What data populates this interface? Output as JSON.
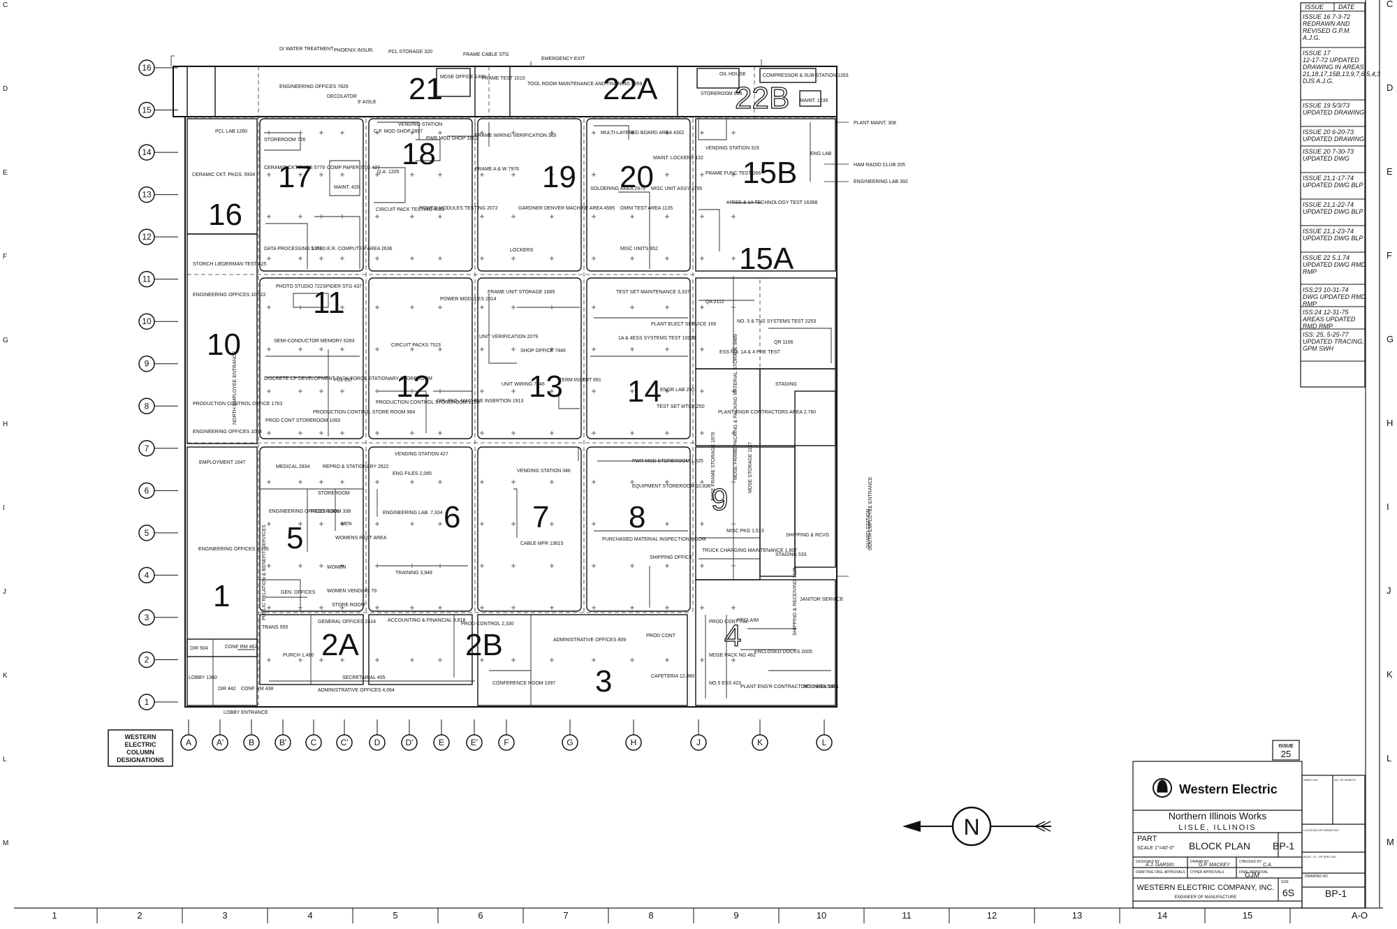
{
  "drawing": {
    "buildings": [
      {
        "id": "b21",
        "label": "21"
      },
      {
        "id": "b22a",
        "label": "22A"
      },
      {
        "id": "b22b",
        "label": "22B"
      },
      {
        "id": "b16",
        "label": "16"
      },
      {
        "id": "b17",
        "label": "17"
      },
      {
        "id": "b18",
        "label": "18"
      },
      {
        "id": "b19",
        "label": "19"
      },
      {
        "id": "b20",
        "label": "20"
      },
      {
        "id": "b15b",
        "label": "15B"
      },
      {
        "id": "b15a",
        "label": "15A"
      },
      {
        "id": "b10",
        "label": "10"
      },
      {
        "id": "b11",
        "label": "11"
      },
      {
        "id": "b12",
        "label": "12"
      },
      {
        "id": "b13",
        "label": "13"
      },
      {
        "id": "b14",
        "label": "14"
      },
      {
        "id": "b9",
        "label": "9"
      },
      {
        "id": "b1",
        "label": "1"
      },
      {
        "id": "b5",
        "label": "5"
      },
      {
        "id": "b6",
        "label": "6"
      },
      {
        "id": "b7",
        "label": "7"
      },
      {
        "id": "b8",
        "label": "8"
      },
      {
        "id": "b2a",
        "label": "2A"
      },
      {
        "id": "b2b",
        "label": "2B"
      },
      {
        "id": "b3",
        "label": "3"
      },
      {
        "id": "b4",
        "label": "4"
      }
    ],
    "rooms": [
      "DI WATER TREATMENT",
      "PHOENIX INSUR.",
      "PCL STORAGE 320",
      "FRAME CABLE STG",
      "EMERGENCY EXIT",
      "ENGINEERING OFFICES 7826",
      "DECOLATOR",
      "MDSE OFFICE 1480",
      "FRAME TEST 1015",
      "TOOL ROOM MAINTENANCE AND TRAINING 5859",
      "OIL HOUSE",
      "STOREROOM 606",
      "COMPRESSOR & SUB-STATION 1263",
      "MAINT. 1235",
      "9' AISLE",
      "PCL LAB 1260",
      "CERAMIC CKT. PKGS. 5934",
      "STOREROOM 726",
      "CERAMIC CKT PKGS 5779",
      "COMP PAPER STG 427",
      "MAINT. 420",
      "DATA PROCESSING 1238",
      "S.P.I.D.E.R. COMPUTER AREA 2636",
      "VENDING STATION",
      "C.P. MOD SHOP 2897",
      "PWR MOD SHOP 1652",
      "Q.A. 1205",
      "CIRCUIT PACK TESTING 4081",
      "POWER MODULES TESTING 2072",
      "FRAME WIRING VERIFICATION 365",
      "FRAME A & W 7976",
      "GARDNER DENVER MACHINE AREA 4585",
      "LOCKERS",
      "MULTI-LAYERED BOARD AREA 4302",
      "MAINT. LOCKERS 132",
      "SOLDERING AREA 2976",
      "OMNI TEST AREA 1135",
      "MISC UNIT ASSY 3795",
      "MISC UNITS 952",
      "VENDING STATION 319",
      "FRAME FUNC TEST 266",
      "#4ESS & 1A TECHNOLOGY TEST 16398",
      "PLANT MAINT. 308",
      "HAM RADIO CLUB 205",
      "ENGINEERING LAB 392",
      "ENG LAB",
      "STORCH LIEDERMAN TEST 425",
      "ENGINEERING OFFICES 10,022",
      "PHOTO STUDIO 722",
      "SPIDER STG 437",
      "SEMI-CONDUCTOR MEMORY 6283",
      "DISCRETE CP DEVELOPMENT TASK FORCE STATIONARY STOREROOM",
      "PCL 267",
      "PRODUCTION CONTROL OFFICE 1763",
      "ENGINEERING OFFICES 1003",
      "PROD CONT STOREROOM 1083",
      "PRODUCTION CONTROL STORE ROOM 964",
      "CIRCUIT PACKS 7523",
      "POWER MODULES 2014",
      "PRODUCTION CONTROL STOREROOM 2125",
      "CIR. PKG. MACHINE INSERTION 1913",
      "FRAME UNIT STORAGE 1685",
      "UNIT VERIFICATION 2079",
      "SHOP OFFICE 7446",
      "UNIT WIRING 7446",
      "TERM INSERT 691",
      "TEST SET MAINTENANCE 3,337",
      "PLANT ELECT SERVICE 169",
      "1A & 4ESS SYSTEMS TEST 10928",
      "ENGR LAB 250",
      "TEST SET MTCE 250",
      "QA 2112",
      "NO. 5 & TNS SYSTEMS TEST 2253",
      "ESS NO. 1A & 4 PRE TEST",
      "QR 1166",
      "PLANT ENGR CONTRACTORS AREA 2,760",
      "STAGING",
      "MDSE FRAME PACKING & PACKING MATERIAL STORAGE 8489",
      "EMPLOYMENT 1647",
      "MEDICAL 2834",
      "REPRO & STATIONARY 2622",
      "STOREROOM",
      "ENGINEERING OFFICES 3,601",
      "RECD ROOM 338",
      "WOMENS REST AREA",
      "MEN",
      "WOMEN",
      "VENDING STATION 427",
      "ENG FILES 2,085",
      "ENGINEERING LAB. 7,334",
      "TRAINING 3,948",
      "VENDING STATION 346",
      "CABLE MFR 13615",
      "PWR MOD STOREROOM 1,525",
      "EQUIPMENT STOREROOM 10,836",
      "PURCHASED MATERIAL INSPECTION ROOM",
      "SHIPPING OFFICE",
      "BASE FRAME STORAGE 1976",
      "MDSE STORAGE 1167",
      "MISC PKG 1,513",
      "TRUCK CHARGING MAINTENANCE 1,607",
      "STAGING 533",
      "SHIPPING & RCVG",
      "ENGINEERING OFFICES 9,135",
      "PUBLIC RELATION & BENEFIT SERVICES",
      "GEN. OFFICES",
      "WOMEN VENDING 79",
      "STORE ROOM",
      "TRANS 555",
      "PURCH 1,480",
      "GENERAL OFFICES 2414",
      "ACCOUNTING & FINANCIAL 3,818",
      "PROD CONTROL 2,330",
      "ADMINISTRATIVE OFFICES 809",
      "PROD CONT",
      "CAFETERIA 12,080",
      "PROD CONT 731",
      "MDSE PACK NG 462",
      "NO.5 ESS 423",
      "RECLAIM",
      "SHIPPING & RECEIVING 3125",
      "JANITOR SERVICE",
      "ENCLOSED DOCKS 2005",
      "PLANT ENG'R CONTRACTOR'S AREA 1491",
      "NO 5 ESS 550",
      "CONFERENCE ROOM 1097",
      "SECRETARIAL 405",
      "ADMINISTRATIVE OFFICES 4,064",
      "LOBBY 1360",
      "DIR 504",
      "CONF RM 462",
      "DIR 442",
      "CONF RM 438",
      "LOBBY ENTRANCE",
      "NORTH EMPLOYEE ENTRANCE",
      "SOUTH EMPLOYEE ENTRANCE",
      "GUARD STATION"
    ],
    "legend_box": "WESTERN ELECTRIC COLUMN DESIGNATIONS"
  },
  "row_bubbles": [
    "16",
    "15",
    "14",
    "13",
    "12",
    "11",
    "10",
    "9",
    "8",
    "7",
    "6",
    "5",
    "4",
    "3",
    "2",
    "1"
  ],
  "col_bubbles": [
    "A",
    "A'",
    "B",
    "B'",
    "C",
    "C'",
    "D",
    "D'",
    "E",
    "E'",
    "F",
    "G",
    "H",
    "J",
    "K",
    "L"
  ],
  "border": {
    "top": [
      "1",
      "2",
      "3",
      "4",
      "5",
      "6",
      "7",
      "8",
      "9",
      "10",
      "11",
      "12",
      "13",
      "14",
      "15"
    ],
    "left": [
      "C",
      "D",
      "E",
      "F",
      "G",
      "H",
      "I",
      "J",
      "K",
      "L",
      "M"
    ],
    "right": [
      "C",
      "D",
      "E",
      "F",
      "G",
      "H",
      "I",
      "J",
      "K",
      "L",
      "M"
    ],
    "corner": "A-O"
  },
  "revisions": {
    "header_issue": "ISSUE",
    "header_date": "DATE",
    "rows": [
      "ISSUE 16 7-3-72 REDRAWN AND REVISED G.P.M. A.J.G.",
      "ISSUE 17 12-17-72 UPDATED DRAWING IN AREAS 21,18,17,15B,13,9,7,6,5,4,3 DJS A.J.G.",
      "ISSUE 19 5/3/73 UPDATED DRAWING",
      "ISSUE 20 6-20-73 UPDATED DRAWING",
      "ISSUE 20 7-30-73 UPDATED DWG",
      "ISSUE 21,1-17-74 UPDATED DWG BLP",
      "ISSUE 21,1-22-74 UPDATED DWG BLP",
      "ISSUE 21,1-23-74 UPDATED DWG BLP",
      "ISSUE 22 5.1.74 UPDATED DWG RMD RMP",
      "ISS:23 10-31-74 DWG UPDATED RMD RMP",
      "ISS:24 12-31-75 AREAS UPDATED RMD RMP",
      "ISS: 25, 5-25-77 UPDATED TRACING. GPM SWH"
    ]
  },
  "issue_box": {
    "label": "ISSUE",
    "value": "25"
  },
  "north_arrow": {
    "letter": "N"
  },
  "title_block": {
    "company": "Western Electric",
    "works": "Northern Illinois Works",
    "location": "LISLE, ILLINOIS",
    "part_label": "PART",
    "scale": "SCALE 1\"=40'-0\"",
    "title": "BLOCK PLAN",
    "plan_no": "BP-1",
    "designed_label": "DESIGNED BY",
    "designed_by": "A.J. GARSKI",
    "drawn_label": "DRAWN BY",
    "drawn_by": "G.P. MACKEY",
    "checked_label": "CHECKED BY",
    "checked_by": "C.A.",
    "drafting_label": "DRAFTING ORG. APPROVALS",
    "other_label": "OTHER APPROVALS",
    "final_label": "FINAL APPROVAL",
    "final_by": "GJM",
    "company_full": "WESTERN ELECTRIC COMPANY, INC.",
    "dept": "ENGINEER OF MANUFACTURE",
    "size_label": "SIZE",
    "size": "6S",
    "drawing_no_label": "DRAWING NO.",
    "drawing_no": "BP-1",
    "sheet_no": "SHEET NO.",
    "no_sheets": "NO. OF SHEETS",
    "location_order": "LOCATION OR ORDER NO.",
    "bldg": "BLDG - FL. OR SPEC NO."
  }
}
